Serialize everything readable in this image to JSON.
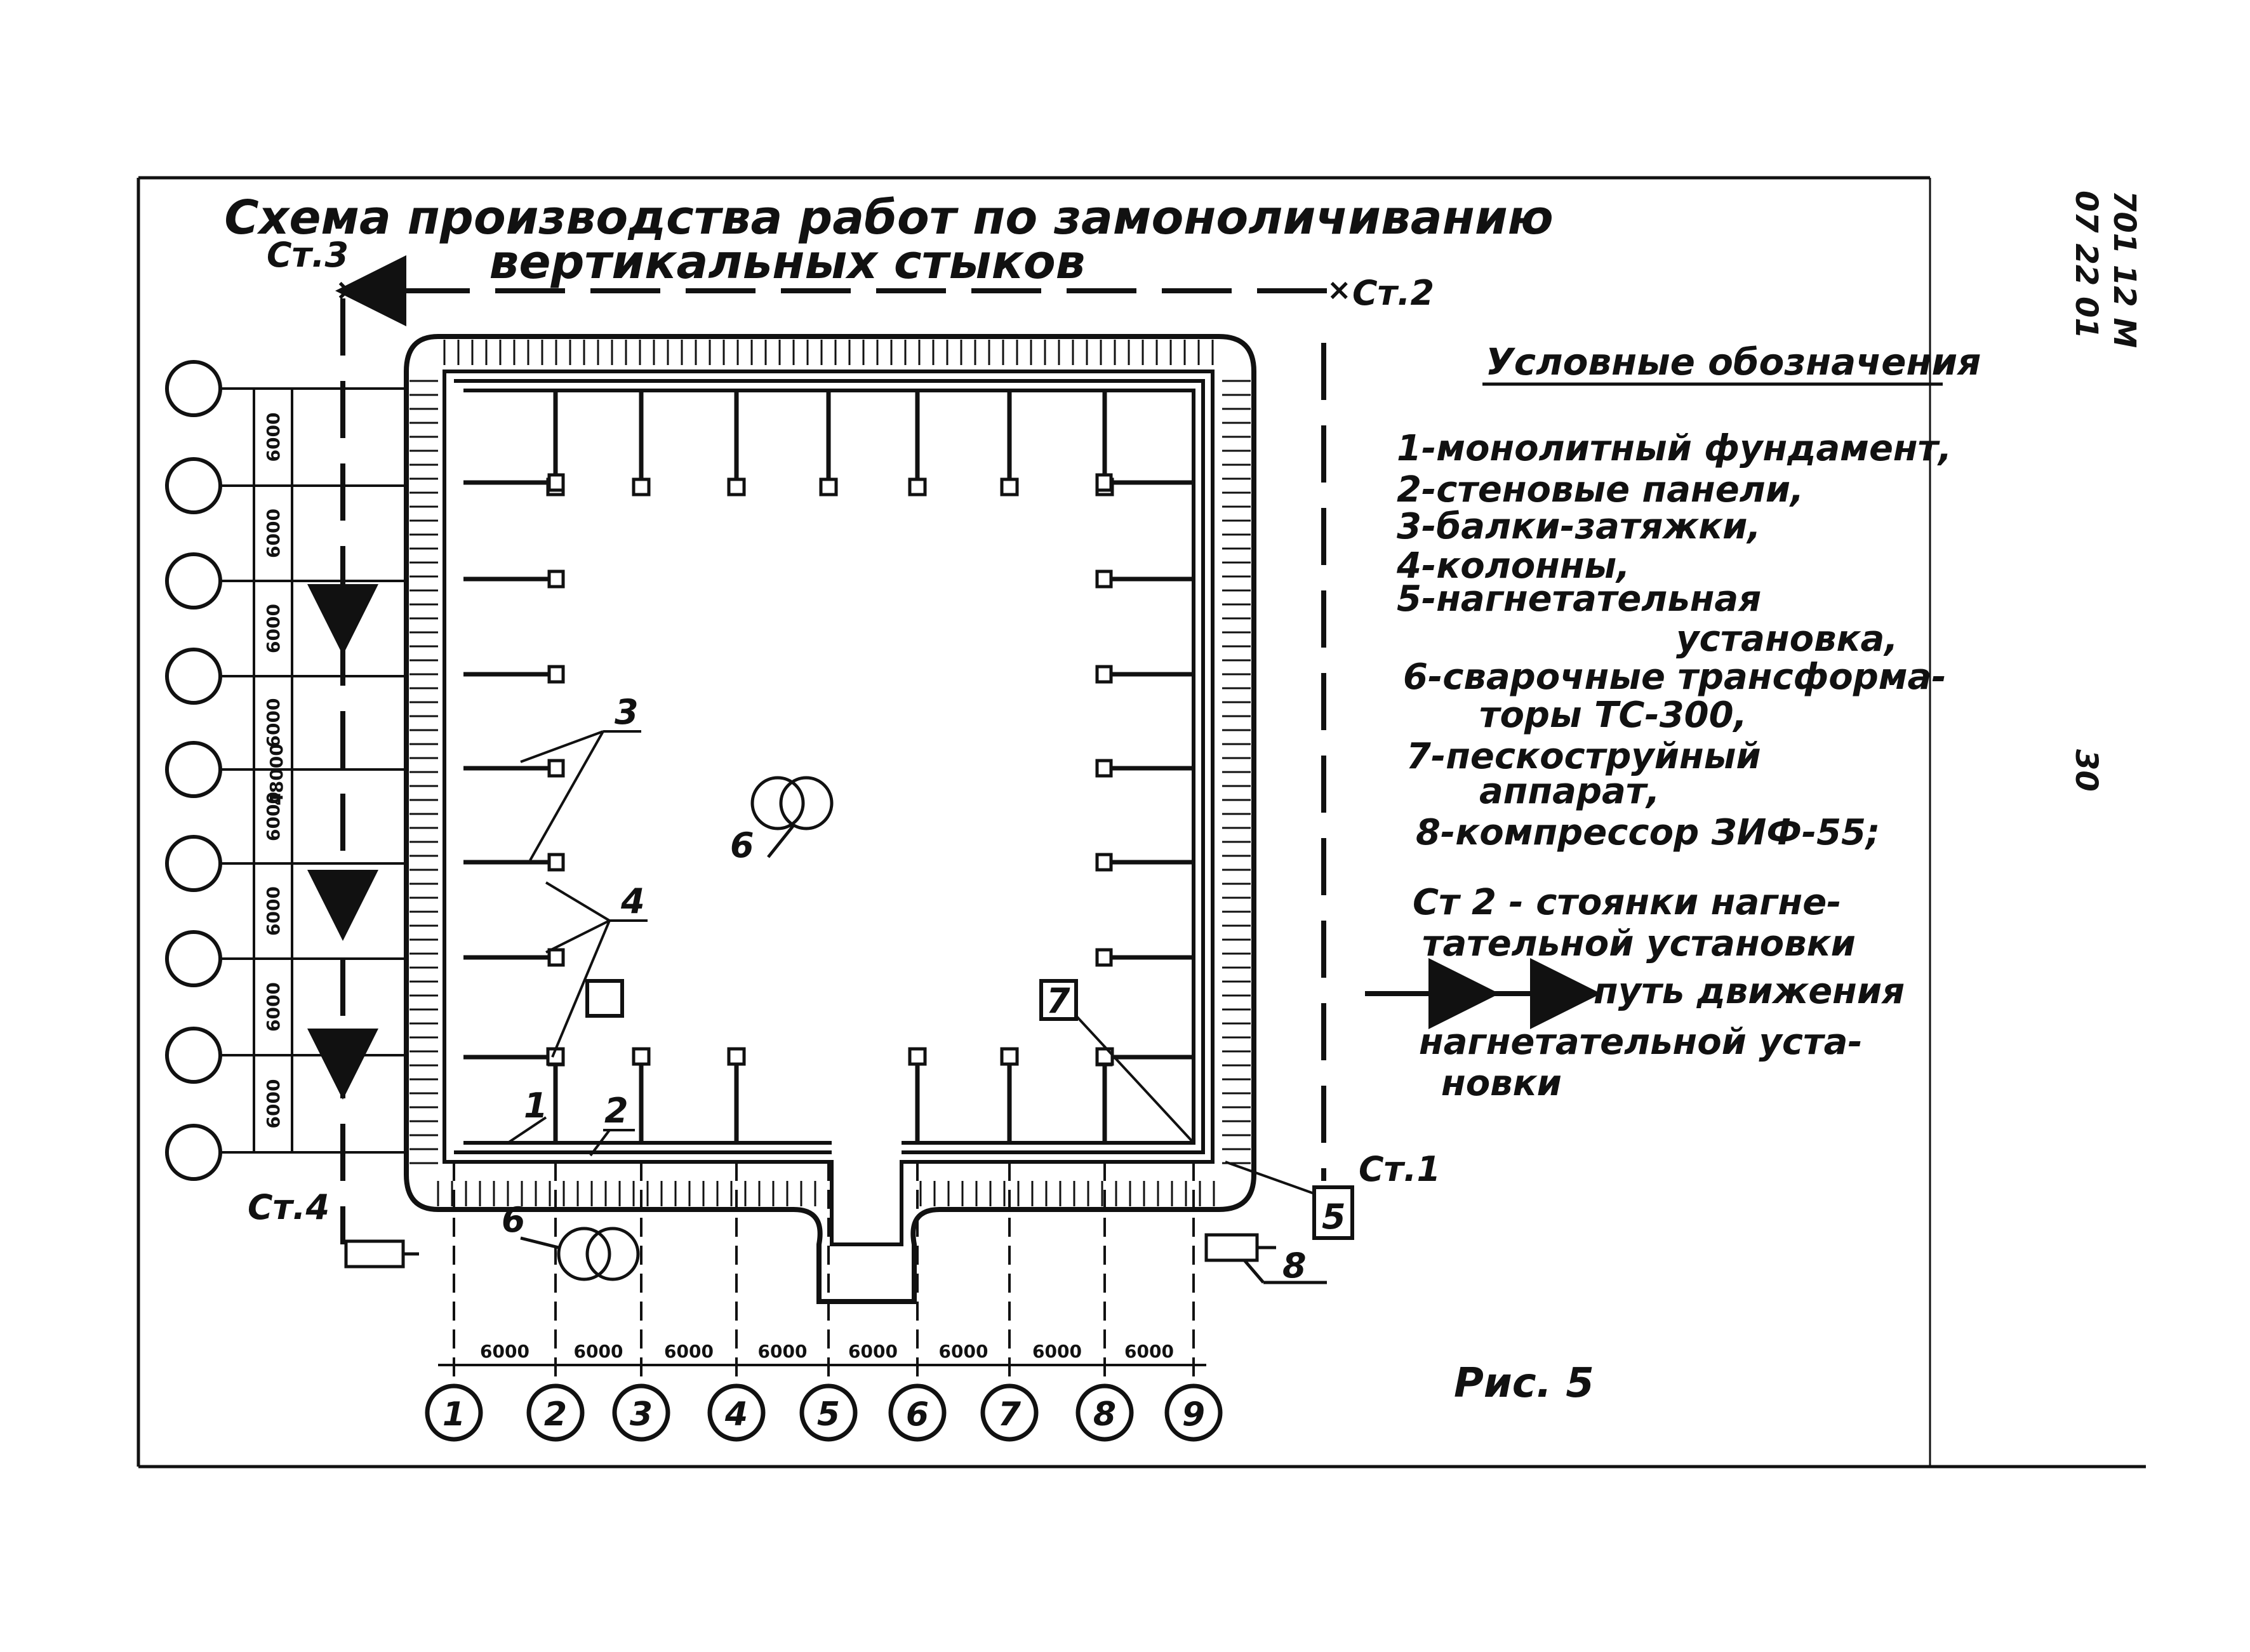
{
  "title": {
    "line1": "Схема производства работ по замоноличиванию",
    "line2": "вертикальных стыков"
  },
  "side_code": {
    "line1": "701 12 М",
    "line2": "07 22 01"
  },
  "page_number": "30",
  "figure_caption": "Рис. 5",
  "stations": {
    "st1": "Ст.1",
    "st2": "Ст.2",
    "st3": "Ст.3",
    "st4": "Ст.4"
  },
  "legend": {
    "title": "Условные обозначения",
    "items": [
      "1-монолитный фундамент,",
      "2-стеновые панели,",
      "3-балки-затяжки,",
      "4-колонны,",
      "5-нагнетательная",
      "установка,",
      "6-сварочные трансформа-",
      "торы ТС-300,",
      "7-пескоструйный",
      "аппарат,",
      "8-компрессор ЗИФ-55;"
    ],
    "station_note": [
      "Ст 2 - стоянки нагне-",
      "тательной установки"
    ],
    "path_note": [
      "путь движения",
      "нагнетательной уста-",
      "новки"
    ]
  },
  "callouts": {
    "c1": "1",
    "c2": "2",
    "c3": "3",
    "c4": "4",
    "c5": "5",
    "c6": "6",
    "c6b": "6",
    "c7": "7",
    "c8": "8"
  },
  "left_dimensions": {
    "total": "48000",
    "spans": [
      "6000",
      "6000",
      "6000",
      "6000",
      "6000",
      "6000",
      "6000",
      "6000"
    ]
  },
  "bottom_dimensions": {
    "spans": [
      "6000",
      "6000",
      "6000",
      "6000",
      "6000",
      "6000",
      "6000",
      "6000"
    ]
  },
  "axes": [
    "1",
    "2",
    "3",
    "4",
    "5",
    "6",
    "7",
    "8",
    "9"
  ]
}
